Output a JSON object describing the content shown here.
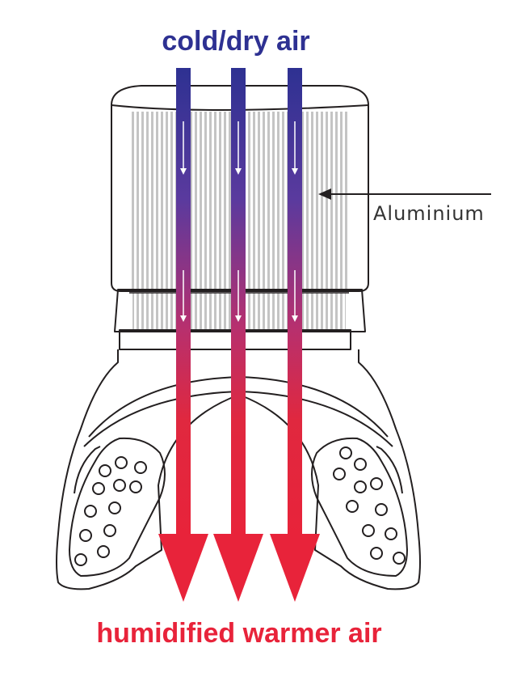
{
  "labels": {
    "inlet": "cold/dry air",
    "outlet": "humidified warmer air",
    "material": "Aluminium"
  },
  "colors": {
    "inlet_blue": "#2e3192",
    "outlet_red": "#e8233a",
    "outline": "#231f20",
    "fins": "#b3b3b3"
  }
}
